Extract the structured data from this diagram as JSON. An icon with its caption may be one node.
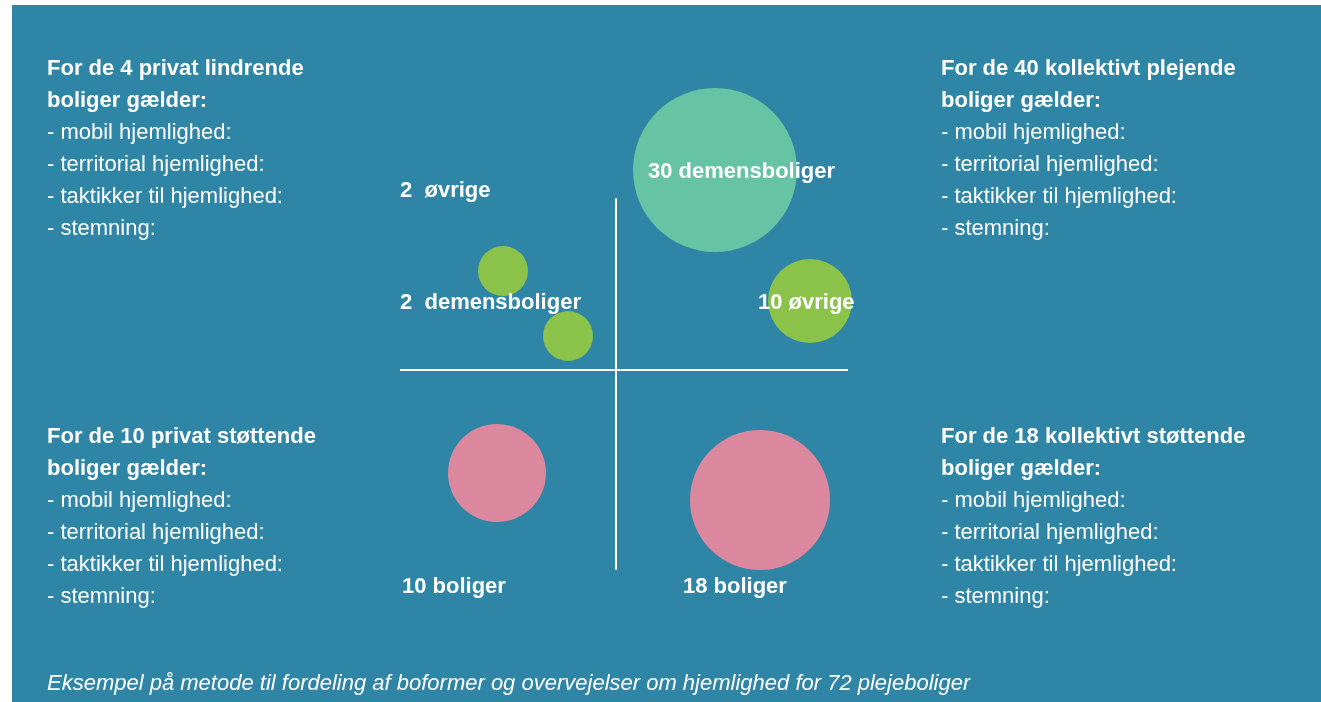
{
  "diagram": {
    "caption": "Eksempel på metode til fordeling af boformer og overvejelser om hjemlighed for 72 plejeboliger",
    "nodes": [
      {
        "text": [
          "30 demensboliger"
        ]
      },
      {
        "text": [],
        "shape": "circle",
        "beside": [
          "2  øvrige"
        ]
      },
      {
        "text": [],
        "shape": "circle",
        "beside": [
          "2  demensboliger"
        ]
      },
      {
        "text": [
          "10 øvrige"
        ]
      },
      {
        "text": [],
        "shape": "circle",
        "beside": [
          "10 boliger"
        ]
      },
      {
        "text": [],
        "shape": "circle",
        "beside": [
          "18 boliger"
        ]
      }
    ],
    "labels": [
      "For de 4 privat lindrende boliger gælder:",
      "- mobil hjemlighed:",
      "- territorial hjemlighed:",
      "- taktikker til hjemlighed:",
      "- stemning:",
      "For de 40 kollektivt plejende boliger gælder:",
      "- mobil hjemlighed:",
      "- territorial hjemlighed:",
      "- taktikker til hjemlighed:",
      "- stemning:",
      "For de 10 privat støttende boliger gælder:",
      "- mobil hjemlighed:",
      "- territorial hjemlighed:",
      "- taktikker til hjemlighed:",
      "- stemning:",
      "For de 18 kollektivt støttende boliger gælder:",
      "- mobil hjemlighed:",
      "- territorial hjemlighed:",
      "- taktikker til hjemlighed:",
      "- stemning:"
    ]
  }
}
